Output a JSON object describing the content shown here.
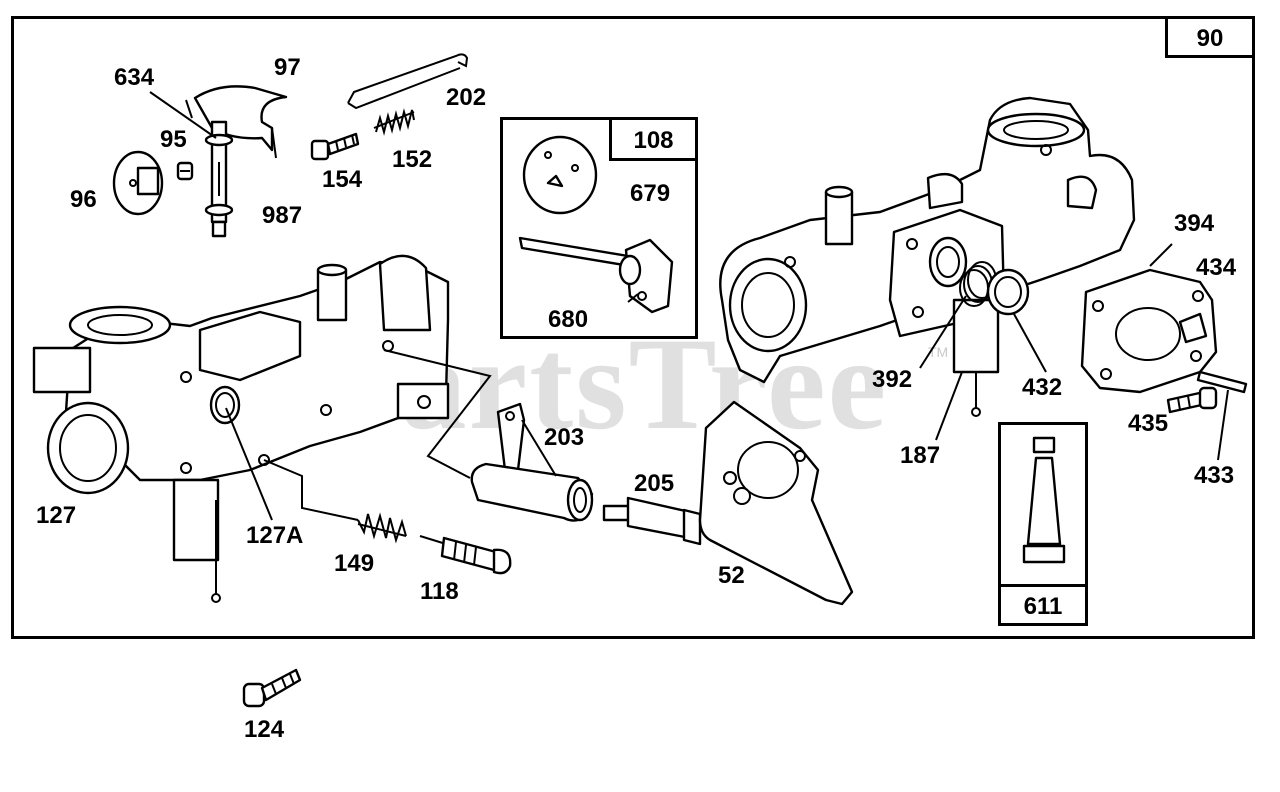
{
  "diagram": {
    "group_number": "90",
    "watermark": "PartsTree",
    "watermark_tm": "TM",
    "sub_assemblies": [
      {
        "id": "108",
        "label": "108"
      },
      {
        "id": "611",
        "label": "611"
      }
    ],
    "part_labels": {
      "p634": "634",
      "p97": "97",
      "p202": "202",
      "p95": "95",
      "p154": "154",
      "p152": "152",
      "p96": "96",
      "p987": "987",
      "p679": "679",
      "p680": "680",
      "p394": "394",
      "p434": "434",
      "p392": "392",
      "p432": "432",
      "p435": "435",
      "p187": "187",
      "p433": "433",
      "p203": "203",
      "p127": "127",
      "p127A": "127A",
      "p205": "205",
      "p149": "149",
      "p118": "118",
      "p52": "52",
      "p124": "124"
    }
  }
}
